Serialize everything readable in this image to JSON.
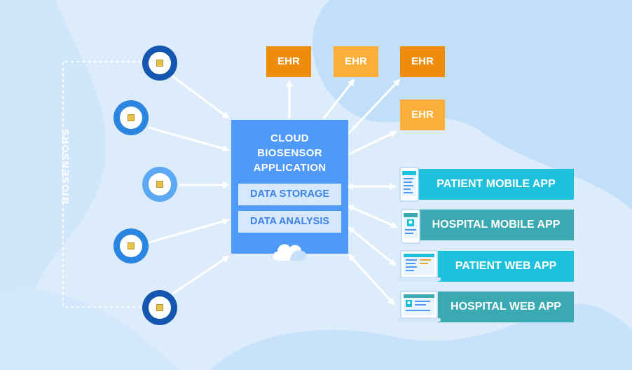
{
  "side_label": "BIOSENSORS",
  "cloud": {
    "title_line1": "CLOUD",
    "title_line2": "BIOSENSOR",
    "title_line3": "APPLICATION",
    "storage": "DATA STORAGE",
    "analysis": "DATA ANALYSIS"
  },
  "ehr": [
    "EHR",
    "EHR",
    "EHR",
    "EHR"
  ],
  "apps": [
    {
      "label": "PATIENT MOBILE APP"
    },
    {
      "label": "HOSPITAL MOBILE APP"
    },
    {
      "label": "PATIENT WEB APP"
    },
    {
      "label": "HOSPITAL WEB APP"
    }
  ],
  "colors": {
    "background": "#dcecfb",
    "cloud_box": "#4f9af8",
    "ehr_dark": "#ef8d0b",
    "ehr_light": "#fbae3a",
    "app_cyan": "#1ec1dc",
    "app_teal": "#3aa9b1",
    "sensor_dark": "#1557b0"
  },
  "icons": [
    "biosensor-icon",
    "cloud-icon",
    "phone-icon",
    "laptop-icon"
  ]
}
